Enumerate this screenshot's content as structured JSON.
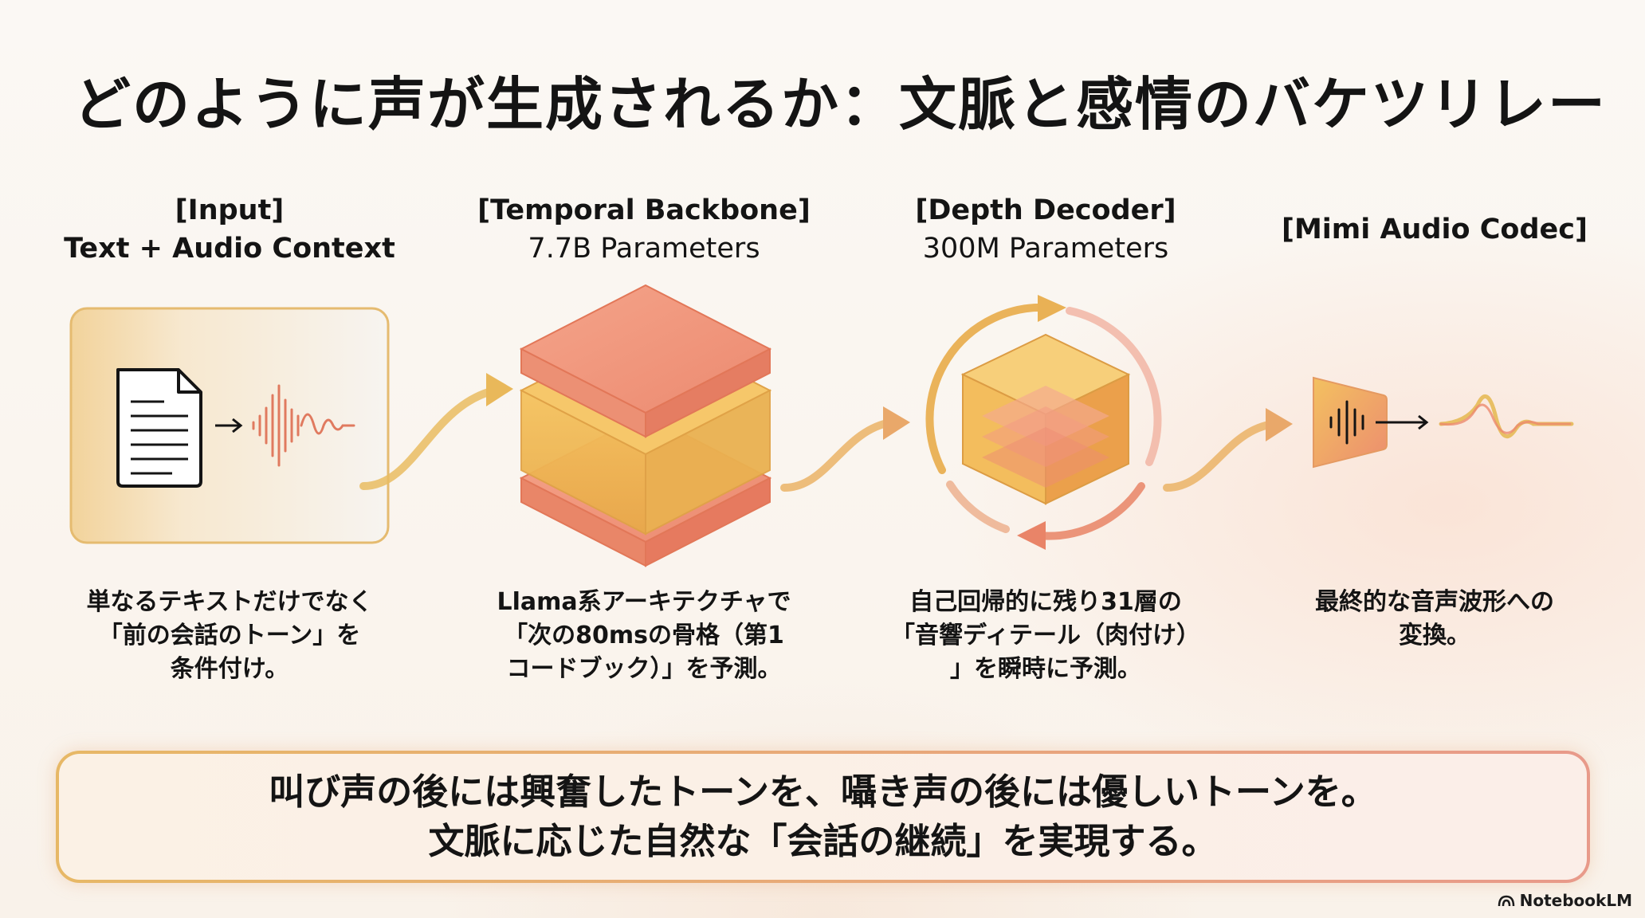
{
  "title": "どのように声が生成されるか：文脈と感情のバケツリレー",
  "stages": [
    {
      "heading": "[Input]",
      "subheading": "Text + Audio Context",
      "description": [
        "単なるテキストだけでなく",
        "「前の会話のトーン」を",
        "条件付け。"
      ]
    },
    {
      "heading": "[Temporal Backbone]",
      "subheading": "7.7B Parameters",
      "description": [
        "Llama系アーキテクチャで",
        "「次の80msの骨格（第1",
        "コードブック）」を予測。"
      ]
    },
    {
      "heading": "[Depth Decoder]",
      "subheading": "300M Parameters",
      "description": [
        "自己回帰的に残り31層の",
        "「音響ディテール（肉付け）",
        "」を瞬時に予測。"
      ]
    },
    {
      "heading": "[Mimi Audio Codec]",
      "subheading": "",
      "description": [
        "最終的な音声波形への",
        "変換。"
      ]
    }
  ],
  "summary": [
    "叫び声の後には興奮したトーンを、囁き声の後には優しいトーンを。",
    "文脈に応じた自然な「会話の継続」を実現する。"
  ],
  "brand": "NotebookLM",
  "colors": {
    "gold": "#e6b355",
    "coral": "#e8846b",
    "dark": "#141414"
  }
}
